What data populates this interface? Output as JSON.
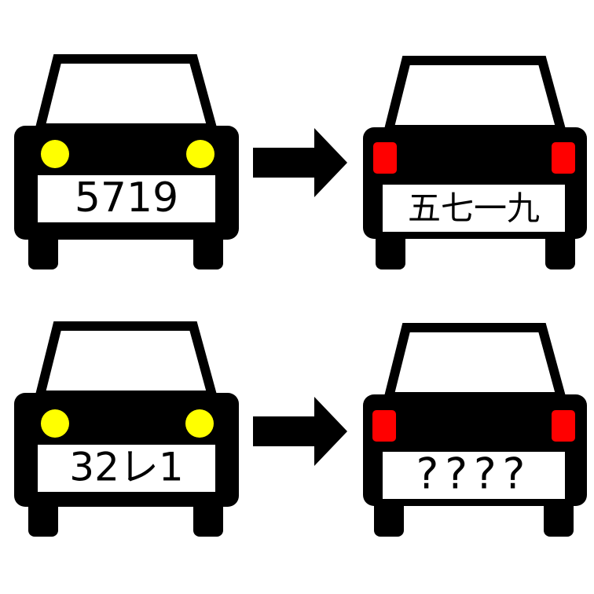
{
  "puzzle": {
    "pairs": [
      {
        "front_plate": "5719",
        "rear_plate": "五七一九"
      },
      {
        "front_plate": "32レ1",
        "rear_plate": "????"
      }
    ]
  },
  "colors": {
    "car_body": "#000000",
    "plate_background": "#ffffff",
    "headlight": "#ffff00",
    "taillight": "#ff0000",
    "arrow": "#000000"
  },
  "icons": {
    "front_car": "car-front-view-icon",
    "rear_car": "car-rear-view-icon",
    "arrow": "right-arrow-icon"
  }
}
